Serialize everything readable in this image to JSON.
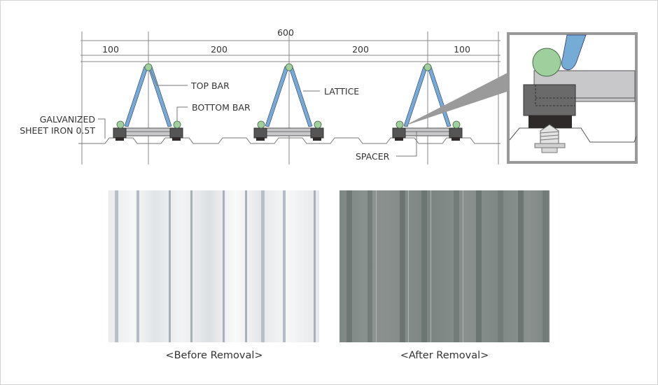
{
  "diagram": {
    "dimensions": {
      "total": "600",
      "segments": [
        "100",
        "200",
        "200",
        "100"
      ]
    },
    "labels": {
      "top_bar": "TOP BAR",
      "lattice": "LATTICE",
      "bottom_bar": "BOTTOM BAR",
      "galvanized_line1": "GALVANIZED",
      "galvanized_line2": "SHEET IRON 0.5T",
      "spacer": "SPACER"
    },
    "colors": {
      "lattice_blue": "#74acd6",
      "bar_green": "#9ecf9c",
      "spacer_gray": "#c8c8ca",
      "bracket_dark": "#4a4a4a",
      "callout_gray": "#9a9a9a"
    },
    "detail_view": {
      "description": "zoomed detail of bottom bar, bracket and screw"
    }
  },
  "photos": [
    {
      "caption": "<Before Removal>"
    },
    {
      "caption": "<After Removal>"
    }
  ]
}
